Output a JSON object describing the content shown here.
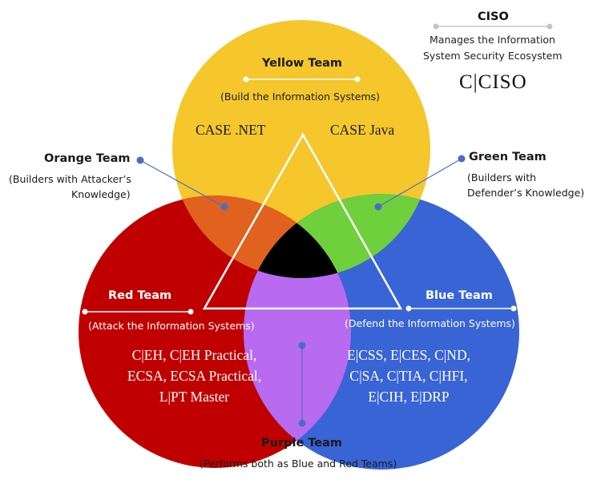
{
  "colors": {
    "yellow": "#f5c72c",
    "red": "#c00000",
    "blue": "#3964d6",
    "orange": "#e0621e",
    "green": "#6fcf3c",
    "purple": "#b86af0",
    "connector": "#4a6ec8",
    "gray_line": "#c4c4c4"
  },
  "ciso": {
    "title": "CISO",
    "description_line1": "Manages the Information",
    "description_line2": "System Security Ecosystem",
    "logo": "C|CISO"
  },
  "teams": {
    "yellow": {
      "title": "Yellow Team",
      "subtitle": "(Build the Information Systems)",
      "certs": [
        "CASE .NET",
        "CASE Java"
      ]
    },
    "orange": {
      "title": "Orange Team",
      "subtitle_line1": "(Builders with Attacker’s",
      "subtitle_line2": "Knowledge)"
    },
    "green": {
      "title": "Green Team",
      "subtitle_line1": "(Builders with",
      "subtitle_line2": "Defender’s Knowledge)"
    },
    "red": {
      "title": "Red Team",
      "subtitle": "(Attack the Information Systems)",
      "certs": [
        "C|EH, C|EH Practical,",
        "ECSA, ECSA Practical,",
        "L|PT Master"
      ]
    },
    "blue": {
      "title": "Blue Team",
      "subtitle": "(Defend the Information Systems)",
      "certs": [
        "E|CSS, E|CES, C|ND,",
        "C|SA, C|TIA, C|HFI,",
        "E|CIH, E|DRP"
      ]
    },
    "purple": {
      "title": "Purple Team",
      "subtitle": "(Performs both as Blue and Red Teams)"
    }
  }
}
